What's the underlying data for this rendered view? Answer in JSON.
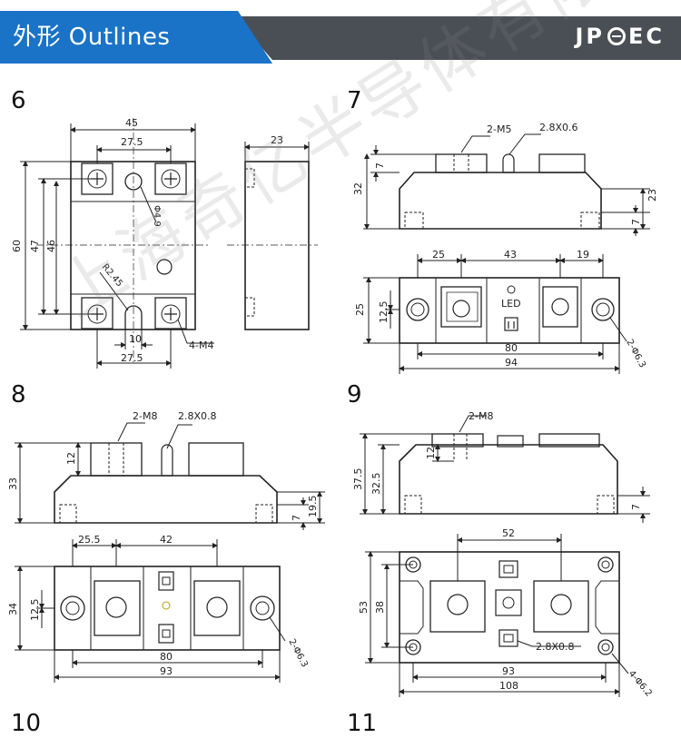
{
  "header": {
    "title": "外形 Outlines",
    "logo_left": "JP",
    "logo_right": "EC",
    "colors": {
      "blue": "#1a73c7",
      "dark": "#4a4f55"
    }
  },
  "watermark": "上海奇亿半导体有限公司",
  "figures": {
    "f6": "6",
    "f7": "7",
    "f8": "8",
    "f9": "9",
    "f10": "10",
    "f11": "11"
  },
  "fig6": {
    "w45": "45",
    "w275_top": "27.5",
    "hole": "Φ4.9",
    "h60": "60",
    "h47": "47",
    "h46": "46",
    "r": "R2.45",
    "w10": "10",
    "w275_bot": "27.5",
    "screw": "4-M4",
    "side23": "23"
  },
  "fig7": {
    "m5": "2-M5",
    "tab": "2.8X0.6",
    "h7a": "7",
    "h32": "32",
    "h23": "23",
    "h7b": "7",
    "w25": "25",
    "w43": "43",
    "w19": "19",
    "h25": "25",
    "h125": "12.5",
    "led": "LED",
    "w80": "80",
    "w94": "94",
    "hole": "2-Φ6.3"
  },
  "fig8": {
    "m8": "2-M8",
    "tab": "2.8X0.8",
    "h12": "12",
    "h33": "33",
    "h195": "19.5",
    "h7": "7",
    "w255": "25.5",
    "w42": "42",
    "h34": "34",
    "h125": "12.5",
    "w80": "80",
    "w93": "93",
    "hole": "2-Φ6.3"
  },
  "fig9": {
    "m8": "2-M8",
    "h375": "37.5",
    "h325": "32.5",
    "h12": "12",
    "h7": "7",
    "w52": "52",
    "h53": "53",
    "h38": "38",
    "tab": "2.8X0.8",
    "w93": "93",
    "w108": "108",
    "hole": "4-Φ6.2"
  }
}
